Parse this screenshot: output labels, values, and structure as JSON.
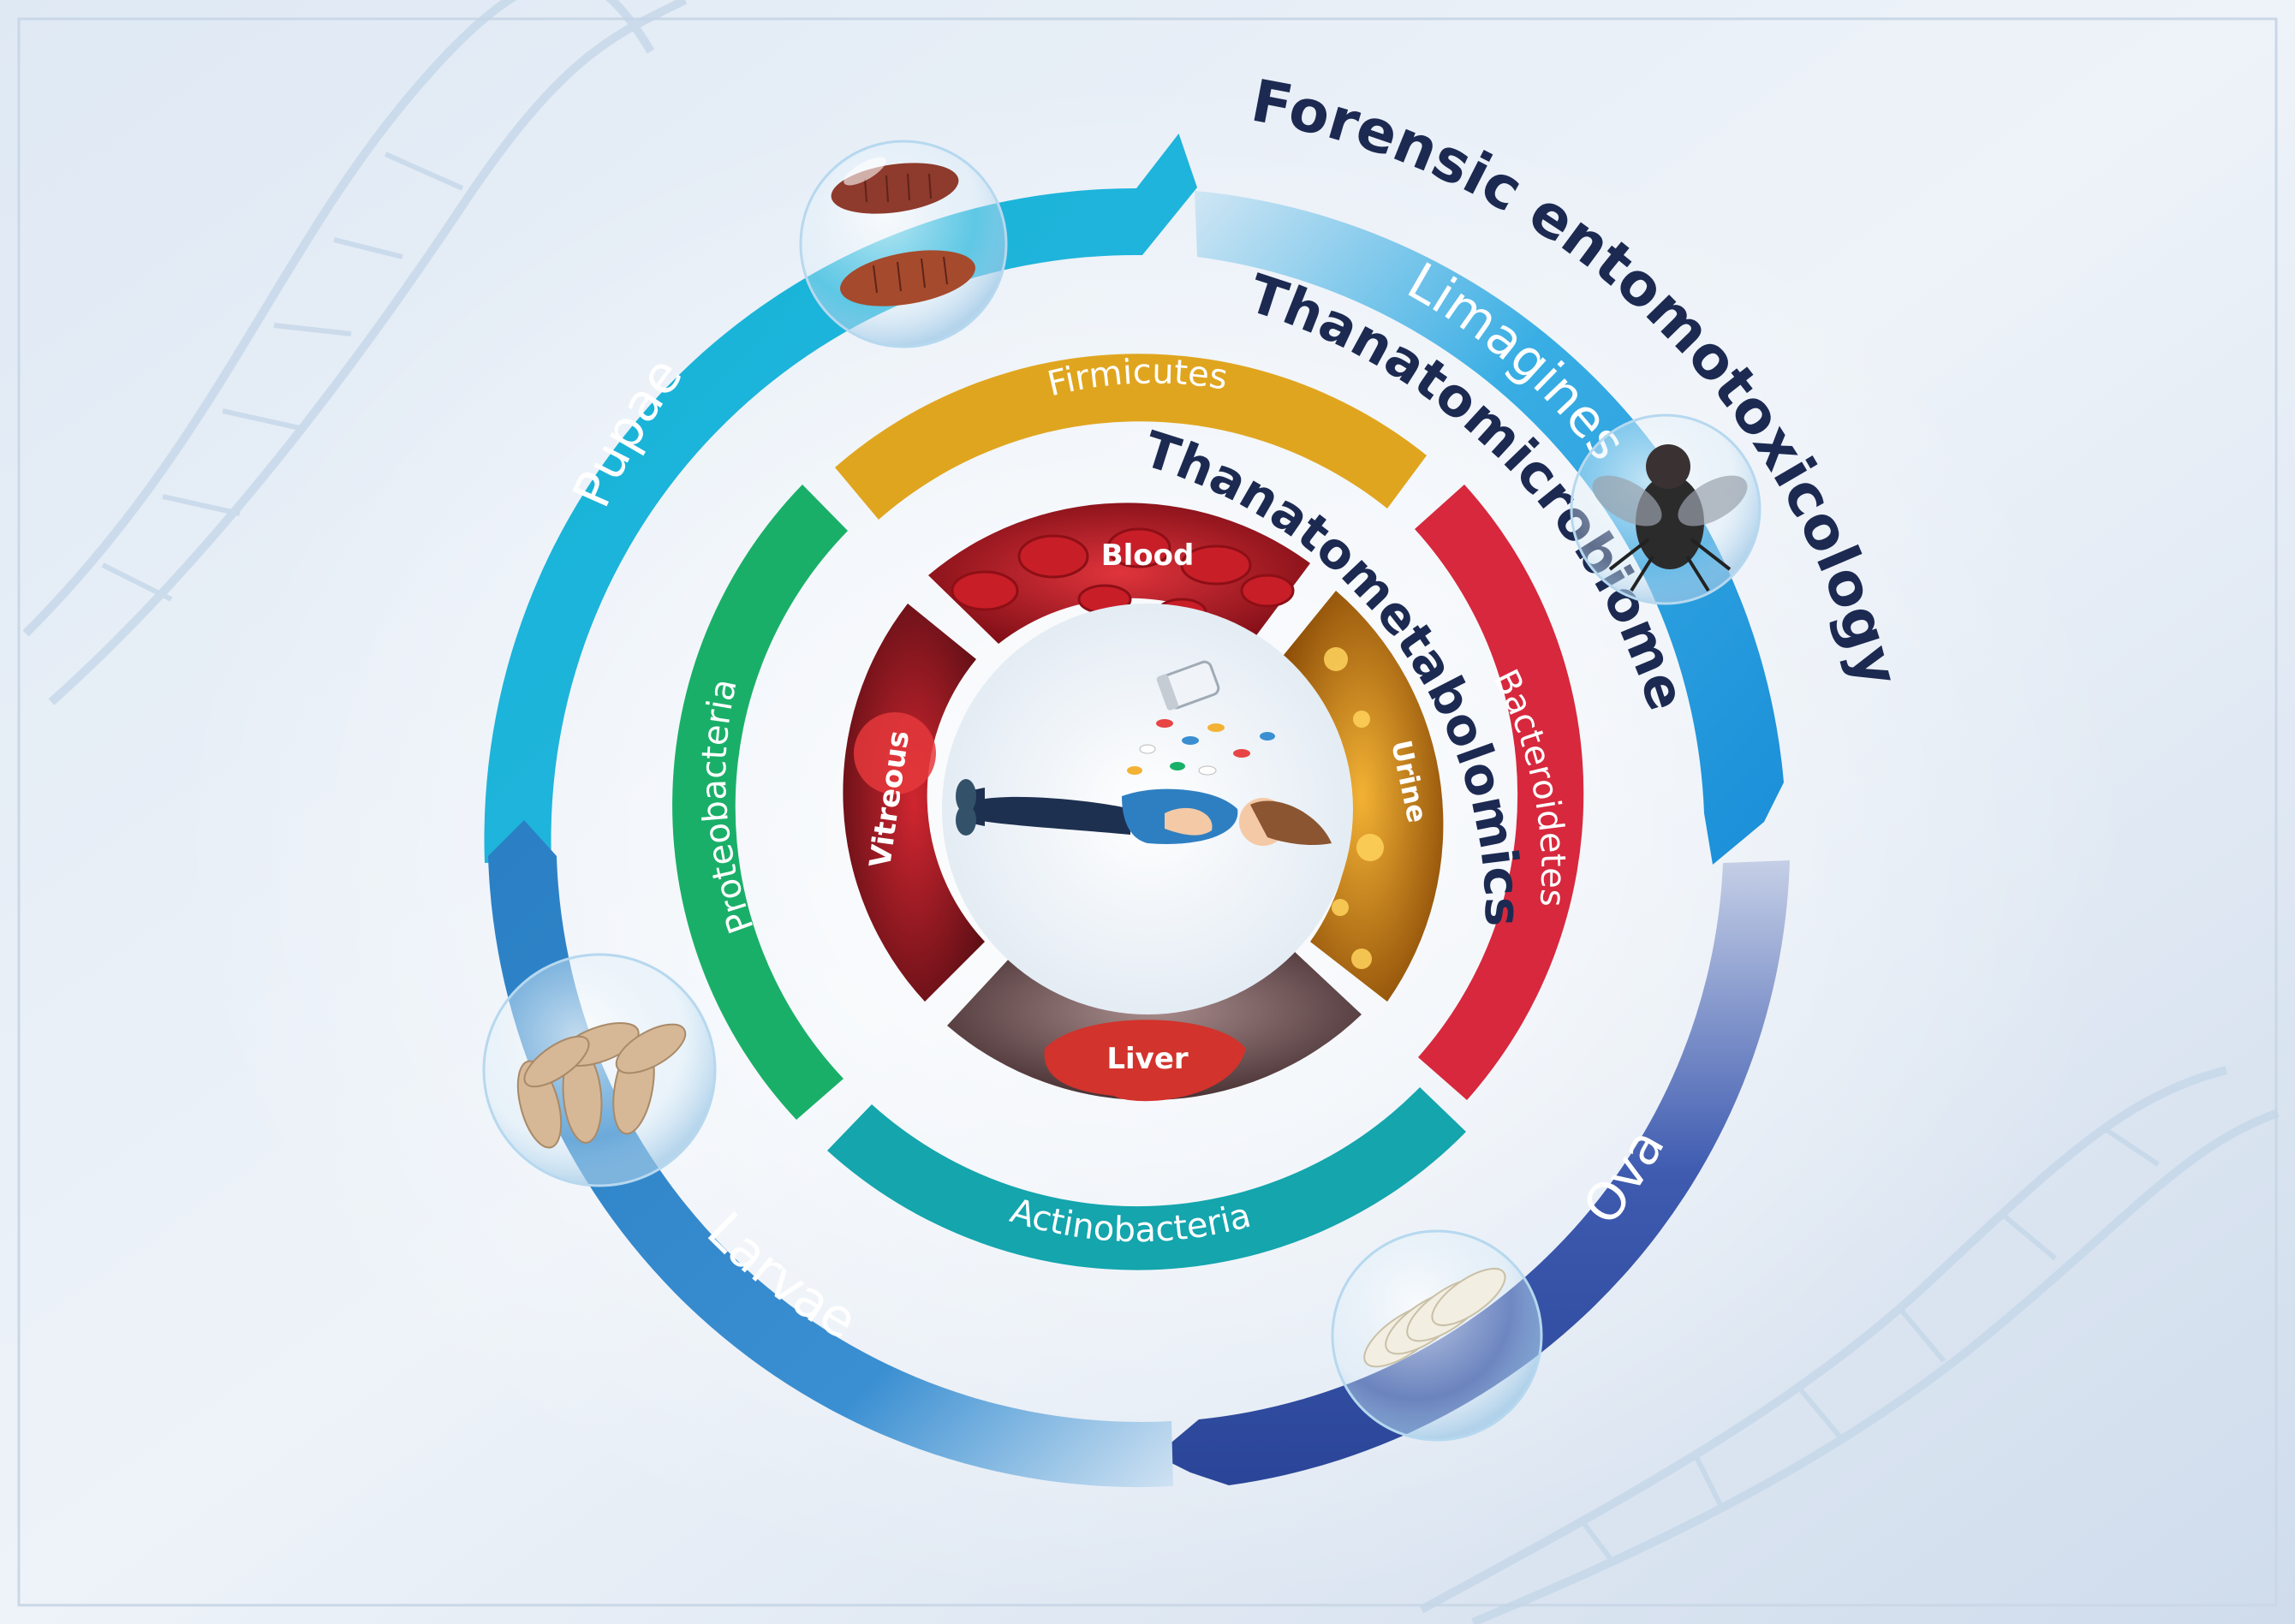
{
  "title_ring": {
    "outer_label": "Forensic entomotoxicology",
    "middle_label": "Thanatomicrobiome",
    "inner_label": "Thanatometabolomics"
  },
  "life_cycle": {
    "stages": [
      {
        "label": "Pupae",
        "icon": "pupae-image",
        "color": "#1bb0d3"
      },
      {
        "label": "Limagines",
        "icon": "adult-fly-image",
        "color": "#1a9ddc"
      },
      {
        "label": "Ova",
        "icon": "eggs-image",
        "color": "#2d4a9e"
      },
      {
        "label": "Larvae",
        "icon": "larvae-image",
        "color": "#2a7fc4"
      }
    ]
  },
  "bacteria": [
    {
      "label": "Firmicutes",
      "color": "#e0a51f"
    },
    {
      "label": "Bacteroidetes",
      "color": "#d7283d"
    },
    {
      "label": "Actinobacteria",
      "color": "#14a5ad"
    },
    {
      "label": "Proteobacteria",
      "color": "#1aaf68"
    }
  ],
  "samples": [
    {
      "label": "Blood",
      "icon": "blood-cells-image"
    },
    {
      "label": "Urine",
      "icon": "urine-bubbles-image"
    },
    {
      "label": "Liver",
      "icon": "liver-image"
    },
    {
      "label": "Vitreous",
      "icon": "eye-image"
    }
  ],
  "center": {
    "icon": "person-with-pills-image"
  }
}
